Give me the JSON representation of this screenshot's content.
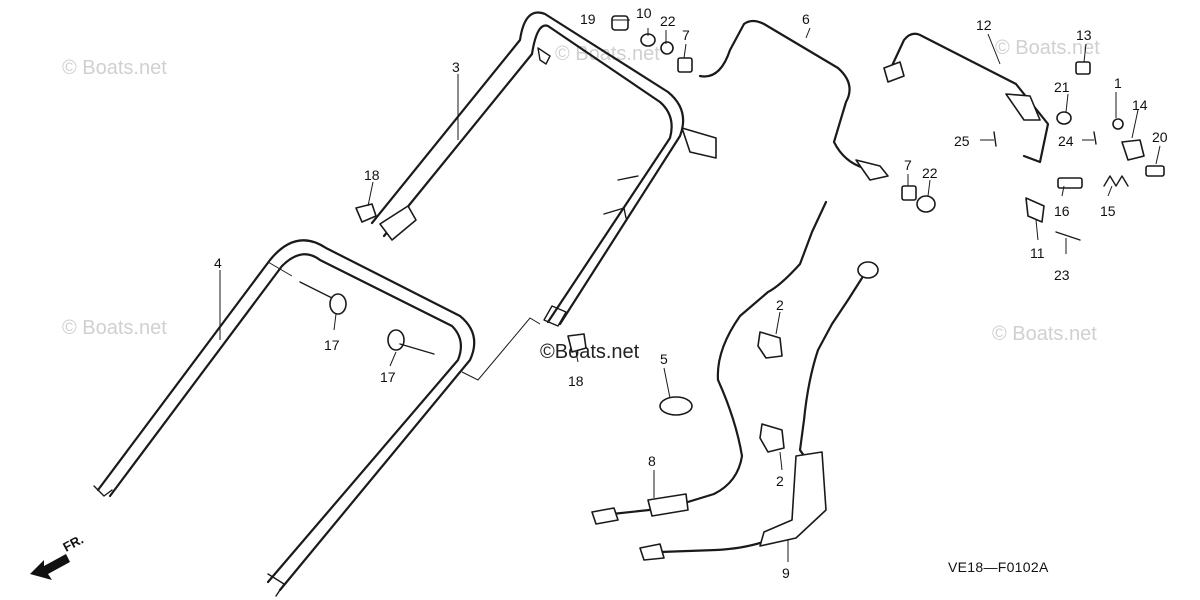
{
  "diagram": {
    "code": "VE18—F0102A",
    "direction_label": "FR.",
    "watermark": "© Boats.net",
    "center_watermark": "©Boats.net",
    "callouts": {
      "c1": "1",
      "c2a": "2",
      "c2b": "2",
      "c3": "3",
      "c4": "4",
      "c5": "5",
      "c6": "6",
      "c7a": "7",
      "c7b": "7",
      "c8": "8",
      "c9": "9",
      "c10": "10",
      "c11": "11",
      "c12": "12",
      "c13": "13",
      "c14": "14",
      "c15": "15",
      "c16": "16",
      "c17a": "17",
      "c17b": "17",
      "c18a": "18",
      "c18b": "18",
      "c19": "19",
      "c20": "20",
      "c21": "21",
      "c22a": "22",
      "c22b": "22",
      "c23": "23",
      "c24": "24",
      "c25": "25"
    }
  }
}
